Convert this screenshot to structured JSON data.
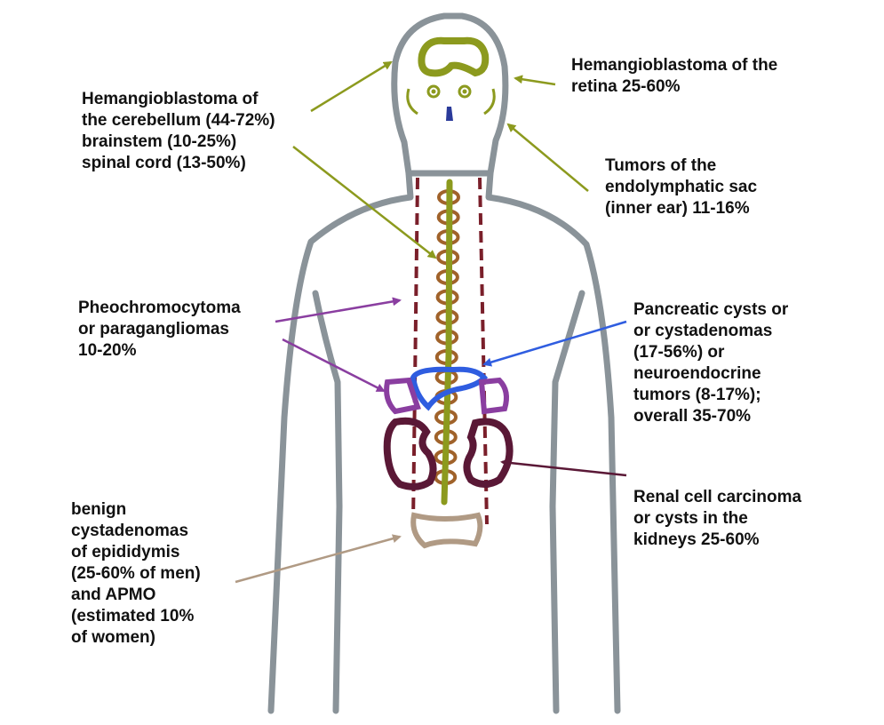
{
  "colors": {
    "body_outline": "#8a9399",
    "olive": "#8c9a1e",
    "spine_bone": "#a0622a",
    "dashed": "#7a1f2a",
    "pheo": "#8a3ea0",
    "pancreas": "#2f5de0",
    "kidney": "#5a1836",
    "epididymis": "#b09a84",
    "nose": "#2a3a9a"
  },
  "labels": {
    "cns": [
      "Hemangioblastoma of",
      "the cerebellum (44-72%)",
      "brainstem (10-25%)",
      "spinal cord (13-50%)"
    ],
    "retina": [
      "Hemangioblastoma of the",
      "retina 25-60%"
    ],
    "els": [
      "Tumors of the",
      "endolymphatic sac",
      "(inner ear) 11-16%"
    ],
    "pheo": [
      "Pheochromocytoma",
      "or paragangliomas",
      "10-20%"
    ],
    "pancreas": [
      "Pancreatic cysts or",
      "or cystadenomas",
      "(17-56%) or",
      "neuroendocrine",
      "tumors (8-17%);",
      "overall 35-70%"
    ],
    "renal": [
      "Renal cell carcinoma",
      "or cysts in the",
      "kidneys 25-60%"
    ],
    "epididymis": [
      "benign",
      "cystadenomas",
      "of epididymis",
      "(25-60% of men)",
      "and APMO",
      "(estimated 10%",
      "of women)"
    ]
  }
}
